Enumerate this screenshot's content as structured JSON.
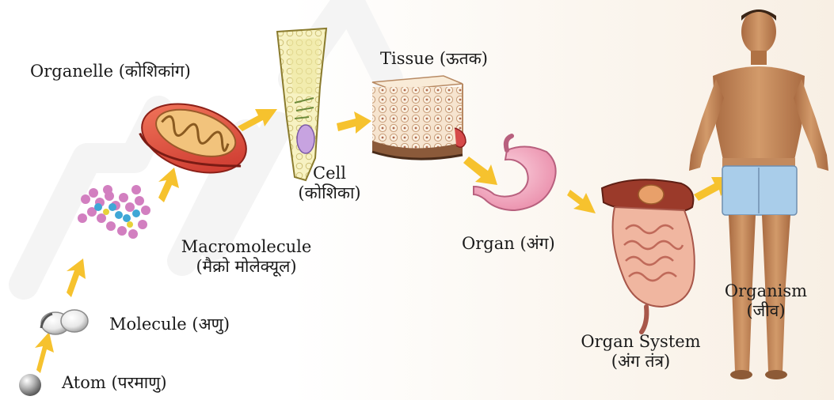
{
  "stages": [
    {
      "id": "atom",
      "name": "Atom",
      "hindi": "(परमाणु)"
    },
    {
      "id": "molecule",
      "name": "Molecule",
      "hindi": "(अणु)"
    },
    {
      "id": "macromolecule",
      "name": "Macromolecule",
      "hindi": "(मैक्रो मोलेक्यूल)"
    },
    {
      "id": "organelle",
      "name": "Organelle",
      "hindi": "(कोशिकांग)"
    },
    {
      "id": "cell",
      "name": "Cell",
      "hindi": "(कोशिका)"
    },
    {
      "id": "tissue",
      "name": "Tissue",
      "hindi": "(ऊतक)"
    },
    {
      "id": "organ",
      "name": "Organ",
      "hindi": "(अंग)"
    },
    {
      "id": "organ_system",
      "name": "Organ System",
      "hindi": "(अंग तंत्र)"
    },
    {
      "id": "organism",
      "name": "Organism",
      "hindi": "(जीव)"
    }
  ],
  "colors": {
    "arrow": "#f6c22e",
    "mitochondria": "#e8553f",
    "cell": "#f5efb0",
    "tissue": "#f2dcc4",
    "stomach": "#f2a9bf",
    "skin": "#c9885a",
    "shorts": "#a9cdea"
  }
}
